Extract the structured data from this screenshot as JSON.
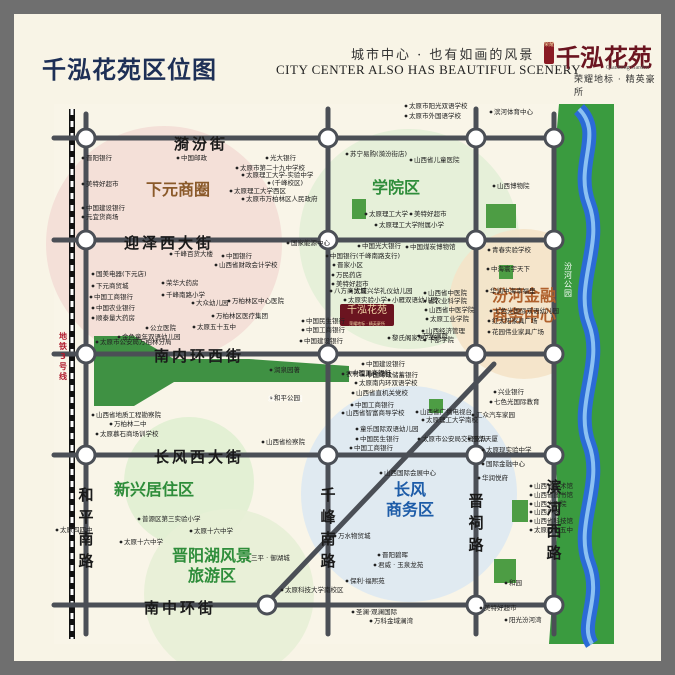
{
  "header": {
    "title": "千泓花苑区位图",
    "slogan_cn": "城市中心 · 也有如画的风景",
    "slogan_en": "CITY CENTER ALSO HAS BEAUTIFUL SCENERY",
    "logo_name": "千泓花苑",
    "logo_subtitle": "Qianhong Garden",
    "logo_tagline": "荣耀地标 · 精英豪所",
    "seal_text": "荣耀"
  },
  "districts": {
    "xiayuan": "下元商圈",
    "xueyuan": "学院区",
    "fenhe_finance": "汾河金融\n商务中心",
    "xinxing": "新兴居住区",
    "jinyang_lake": "晋阳湖风景\n旅游区",
    "changfeng": "长风\n商务区"
  },
  "roads": {
    "linfen": "漪汾街",
    "yingze_west": "迎泽西大街",
    "nannei_west": "南内环西街",
    "changfeng_west": "长风西大街",
    "nanzhong": "南中环街",
    "heping_south": "和平南路",
    "qianfeng_south": "千峰南路",
    "jinci": "晋祠路",
    "binhe_west": "滨河西路",
    "heping_park": "和 平 公 园",
    "fenhe_park": "汾 河 公 园"
  },
  "subway": "地铁3号线",
  "project": {
    "name": "千泓花苑",
    "subtitle": "荣耀地标 · 精英豪所"
  },
  "pois": [
    {
      "t": "太原市阳光双语学校"
    },
    {
      "t": "太原市外国语学校"
    },
    {
      "t": "滨河体育中心"
    },
    {
      "t": "苏宁易购(漪汾街店)"
    },
    {
      "t": "山西省儿童医院"
    },
    {
      "t": "山西博物院"
    },
    {
      "t": "晋阳银行"
    },
    {
      "t": "中国邮政"
    },
    {
      "t": "光大银行"
    },
    {
      "t": "太原市第二十九中学校"
    },
    {
      "t": "美特好超市"
    },
    {
      "t": "太原理工大学-实验中学"
    },
    {
      "t": "(千峰校区)"
    },
    {
      "t": "太原理工大学西区"
    },
    {
      "t": "太原市万柏林区人民政府"
    },
    {
      "t": "中国建设银行"
    },
    {
      "t": "元宜货商场"
    },
    {
      "t": "太原理工大学"
    },
    {
      "t": "太原理工大学附属小学"
    },
    {
      "t": "美特好超市"
    },
    {
      "t": "国家能源中心"
    },
    {
      "t": "千峰百货大楼"
    },
    {
      "t": "山西省财政会计学校"
    },
    {
      "t": "中国银行"
    },
    {
      "t": "中国光大银行"
    },
    {
      "t": "中国煤炭博物馆"
    },
    {
      "t": "青春实验学校"
    },
    {
      "t": "中国银行(千峰南路支行)"
    },
    {
      "t": "晋家小区"
    },
    {
      "t": "万民药店"
    },
    {
      "t": "美特好超市"
    },
    {
      "t": "八方商贸城"
    },
    {
      "t": "太原兴华礼仪幼儿园"
    },
    {
      "t": "太原实验小学"
    },
    {
      "t": "小雁双语幼儿园"
    },
    {
      "t": "中海寰宇天下"
    },
    {
      "t": "国美电器(下元店)"
    },
    {
      "t": "下元商贸城"
    },
    {
      "t": "荣华大药房"
    },
    {
      "t": "中国工商银行"
    },
    {
      "t": "千峰南路小学"
    },
    {
      "t": "中国农业银行"
    },
    {
      "t": "大众幼儿园"
    },
    {
      "t": "万柏林区中心医院"
    },
    {
      "t": "顺泰量大药房"
    },
    {
      "t": "山西省中医院"
    },
    {
      "t": "省农业科学院"
    },
    {
      "t": "华润中海幸福里"
    },
    {
      "t": "万柏林区医疗集团"
    },
    {
      "t": "太原五十五中"
    },
    {
      "t": "山西省中医学院"
    },
    {
      "t": "七色光国际双语幼儿园"
    },
    {
      "t": "太原工业学院"
    },
    {
      "t": "红太阳家具广场"
    },
    {
      "t": "公立医院"
    },
    {
      "t": "金色童年双语幼儿园"
    },
    {
      "t": "太原市公安局万柏林分局"
    },
    {
      "t": "中国民生银行"
    },
    {
      "t": "中国工商银行"
    },
    {
      "t": "中国建设银行"
    },
    {
      "t": "黎氏阁家居广场"
    },
    {
      "t": "花园伟业家具广场"
    },
    {
      "t": "山西经济管理"
    },
    {
      "t": "干部学院"
    },
    {
      "t": "润泉园著"
    },
    {
      "t": "万水澜庭"
    },
    {
      "t": "中国建设银行"
    },
    {
      "t": "农村信用合作社"
    },
    {
      "t": "中国邮政储蓄银行"
    },
    {
      "t": "太原南内环双语学校"
    },
    {
      "t": "兴业银行"
    },
    {
      "t": "山西省直机关党校"
    },
    {
      "t": "七色光国际教育"
    },
    {
      "t": "山西省地质工程勘察院"
    },
    {
      "t": "万柏林二中"
    },
    {
      "t": "太原慕石商场训学校"
    },
    {
      "t": "中国工商银行"
    },
    {
      "t": "山西省广播电视台"
    },
    {
      "t": "山西省智富商导学校"
    },
    {
      "t": "太原理工大学南校"
    },
    {
      "t": "汇众汽车家园"
    },
    {
      "t": "童乐国际双语幼儿园"
    },
    {
      "t": "太原市公安局交警支队"
    },
    {
      "t": "中国民生银行"
    },
    {
      "t": "山西省检察院"
    },
    {
      "t": "中国工商银行"
    },
    {
      "t": "图华天厦"
    },
    {
      "t": "太原现实验中学"
    },
    {
      "t": "国际金融中心"
    },
    {
      "t": "华润悦府"
    },
    {
      "t": "山西省美术馆"
    },
    {
      "t": "山西省图书馆"
    },
    {
      "t": "山西大剧院"
    },
    {
      "t": "山西广场"
    },
    {
      "t": "山西省科技馆"
    },
    {
      "t": "太原四十五中"
    },
    {
      "t": "普源区第三实验小学"
    },
    {
      "t": "太原十六中学"
    },
    {
      "t": "太原十六中学"
    },
    {
      "t": "万水物贸城"
    },
    {
      "t": "晋阳碧晖"
    },
    {
      "t": "君威 · 玉泉龙苑"
    },
    {
      "t": "保利·福熙苑"
    },
    {
      "t": "三平 · 御湖城"
    },
    {
      "t": "太原科技大学南校区"
    },
    {
      "t": "万科金域澜湾"
    },
    {
      "t": "阳光汾河湾"
    },
    {
      "t": "和园"
    },
    {
      "t": "太原四四中"
    },
    {
      "t": "圣澜·观澜国际"
    },
    {
      "t": "美特好超市"
    },
    {
      "t": "山西国际会展中心"
    },
    {
      "t": "中国工商银行"
    },
    {
      "t": "和平公园"
    }
  ]
}
